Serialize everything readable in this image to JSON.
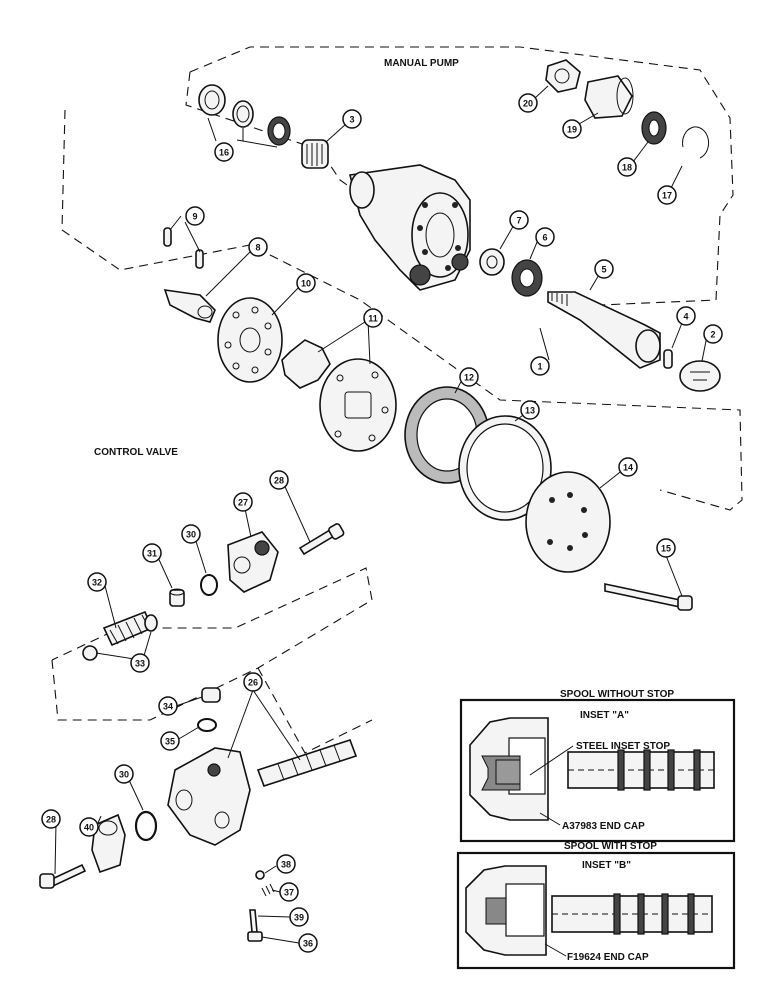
{
  "labels": {
    "manual_pump": "MANUAL PUMP",
    "control_valve": "CONTROL VALVE"
  },
  "inset_a": {
    "header": "SPOOL  WITHOUT  STOP",
    "title": "INSET \"A\"",
    "stop_label": "STEEL  INSET  STOP",
    "cap_label": "A37983  END  CAP"
  },
  "inset_b": {
    "header": "SPOOL  WITH  STOP",
    "title": "INSET \"B\"",
    "cap_label": "F19624  END  CAP"
  },
  "callouts": [
    "1",
    "2",
    "3",
    "4",
    "5",
    "6",
    "7",
    "8",
    "9",
    "10",
    "11",
    "12",
    "13",
    "14",
    "15",
    "16",
    "17",
    "18",
    "19",
    "20",
    "26",
    "27",
    "28",
    "30",
    "31",
    "32",
    "33",
    "34",
    "35",
    "36",
    "37",
    "38",
    "39",
    "40"
  ]
}
